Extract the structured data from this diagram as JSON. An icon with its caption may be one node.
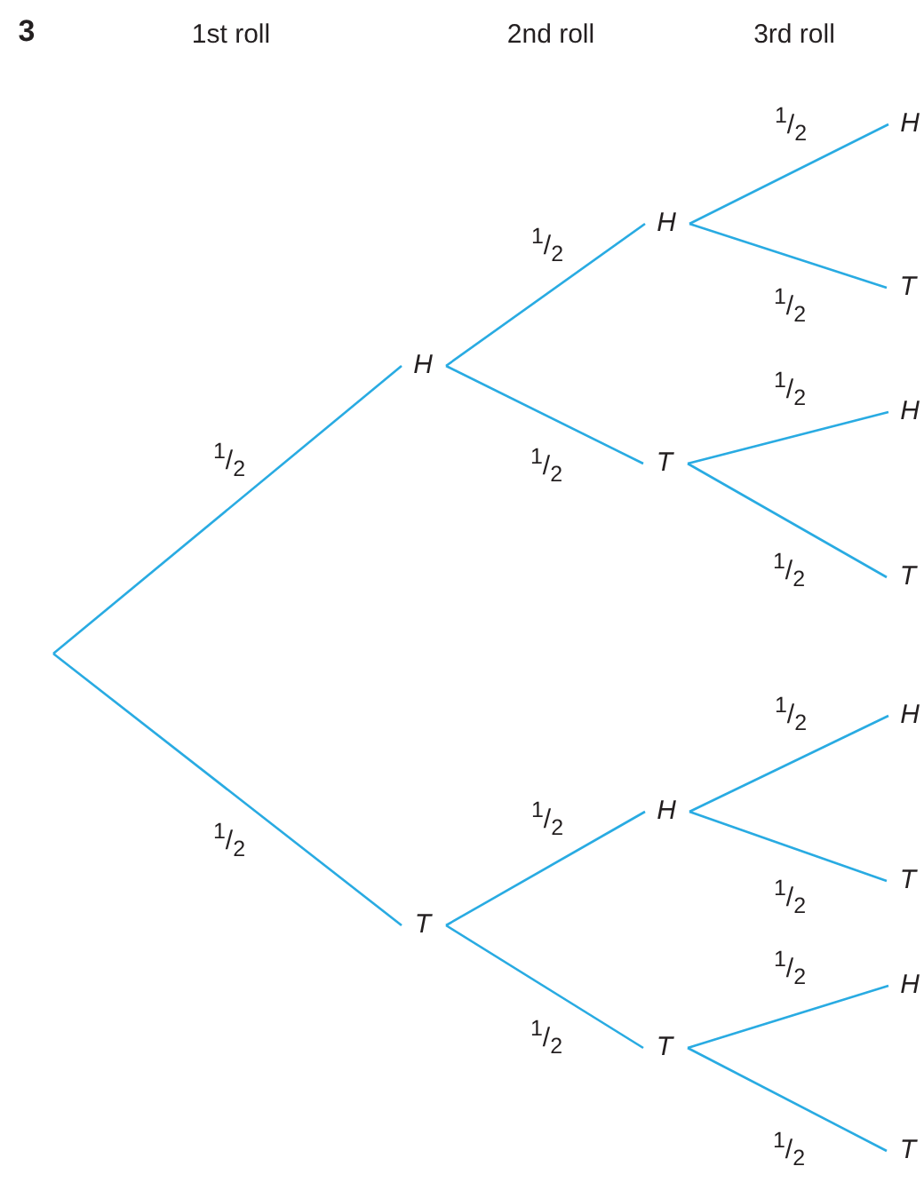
{
  "diagram": {
    "nodes": [
      {
        "text": [
          "H"
        ]
      },
      {
        "text": [
          "T"
        ]
      },
      {
        "text": [
          "H"
        ]
      },
      {
        "text": [
          "T"
        ]
      },
      {
        "text": [
          "H"
        ]
      },
      {
        "text": [
          "T"
        ]
      },
      {
        "text": [
          "H"
        ]
      },
      {
        "text": [
          "T"
        ]
      },
      {
        "text": [
          "H"
        ]
      },
      {
        "text": [
          "T"
        ]
      },
      {
        "text": [
          "H"
        ]
      },
      {
        "text": [
          "T"
        ]
      },
      {
        "text": [
          "H"
        ]
      },
      {
        "text": [
          "T"
        ]
      }
    ],
    "edges": [
      {
        "from": null,
        "to": 0,
        "arrow": "none",
        "label": "$^{1}$/$_{2}$"
      },
      {
        "from": null,
        "to": 1,
        "arrow": "none",
        "label": "$^{1}$/$_{2}$"
      },
      {
        "from": 0,
        "to": 2,
        "arrow": "none",
        "label": "$^{1}$/$_{2}$"
      },
      {
        "from": 0,
        "to": 3,
        "arrow": "none",
        "label": "$^{1}$/$_{2}$"
      },
      {
        "from": 1,
        "to": 4,
        "arrow": "none",
        "label": "$^{1}$/$_{2}$"
      },
      {
        "from": 1,
        "to": 5,
        "arrow": "none",
        "label": "$^{1}$/$_{2}$"
      },
      {
        "from": 2,
        "to": 6,
        "arrow": "none",
        "label": "$^{1}$/$_{2}$"
      },
      {
        "from": 2,
        "to": 7,
        "arrow": "none",
        "label": "$^{1}$/$_{2}$"
      },
      {
        "from": 3,
        "to": 8,
        "arrow": "none",
        "label": "$^{1}$/$_{2}$"
      },
      {
        "from": 3,
        "to": 9,
        "arrow": "none",
        "label": "$^{1}$/$_{2}$"
      },
      {
        "from": 4,
        "to": 10,
        "arrow": "none",
        "label": "$^{1}$/$_{2}$"
      },
      {
        "from": 4,
        "to": 11,
        "arrow": "none",
        "label": "$^{1}$/$_{2}$"
      },
      {
        "from": 5,
        "to": 12,
        "arrow": "none",
        "label": "$^{1}$/$_{2}$"
      },
      {
        "from": 5,
        "to": 13,
        "arrow": "none",
        "label": "$^{1}$/$_{2}$"
      }
    ],
    "labels": [
      "3",
      "1st roll",
      "2nd roll",
      "3rd roll"
    ]
  }
}
